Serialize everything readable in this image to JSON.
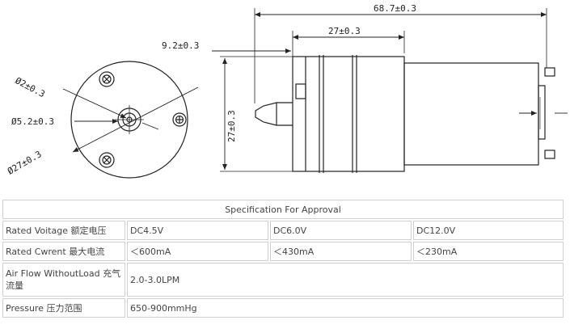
{
  "drawing": {
    "dims": {
      "overall_length": "68.7±0.3",
      "body_length": "27±0.3",
      "nozzle_length": "9.2±0.3",
      "height": "27±0.3",
      "hole_diameter": "Ø2±0.3",
      "nozzle_diameter": "Ø5.2±0.3",
      "body_diameter": "Ø27±0.3"
    }
  },
  "spec": {
    "title": "Specification For Approval",
    "rows": [
      {
        "label": "Rated Voitage   额定电压",
        "values": [
          "DC4.5V",
          "DC6.0V",
          "DC12.0V"
        ]
      },
      {
        "label": "Rated Cwrent   最大电流",
        "values": [
          "＜600mA",
          "＜430mA",
          "＜230mA"
        ]
      },
      {
        "label": "Air Flow WithoutLoad  充气流量",
        "values": [
          "2.0-3.0LPM"
        ]
      },
      {
        "label": "Pressure  压力范围",
        "values": [
          "650-900mmHg"
        ]
      }
    ]
  }
}
